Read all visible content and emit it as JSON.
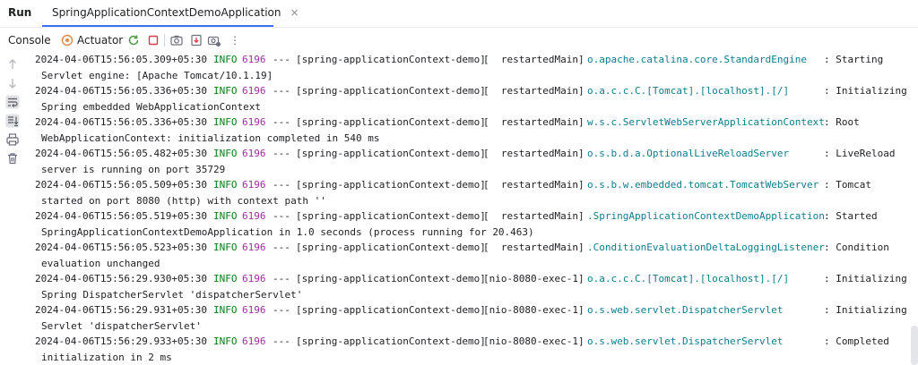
{
  "window": {
    "run_label": "Run",
    "tab_title": "SpringApplicationContextDemoApplication",
    "tab_close": "×"
  },
  "toolbar": {
    "console_label": "Console",
    "actuator_label": "Actuator",
    "more_glyph": "⋮"
  },
  "colors": {
    "info": "#067d17",
    "pid": "#9e2f9e",
    "logger": "#0f7c8c",
    "accent": "#3574f0"
  },
  "log": [
    {
      "ts": "2024-04-06T15:56:05.309+05:30",
      "level": "INFO",
      "pid": "6196",
      "sep": "---",
      "app": "[spring-applicationContext-demo]",
      "thread": "[  restartedMain]",
      "logger": "o.apache.catalina.core.StandardEngine",
      "msg1": ": Starting",
      "msg2": "Servlet engine: [Apache Tomcat/10.1.19]"
    },
    {
      "ts": "2024-04-06T15:56:05.336+05:30",
      "level": "INFO",
      "pid": "6196",
      "sep": "---",
      "app": "[spring-applicationContext-demo]",
      "thread": "[  restartedMain]",
      "logger": "o.a.c.c.C.[Tomcat].[localhost].[/]",
      "msg1": ": Initializing",
      "msg2": "Spring embedded WebApplicationContext"
    },
    {
      "ts": "2024-04-06T15:56:05.336+05:30",
      "level": "INFO",
      "pid": "6196",
      "sep": "---",
      "app": "[spring-applicationContext-demo]",
      "thread": "[  restartedMain]",
      "logger": "w.s.c.ServletWebServerApplicationContext",
      "msg1": ": Root",
      "msg2": "WebApplicationContext: initialization completed in 540 ms"
    },
    {
      "ts": "2024-04-06T15:56:05.482+05:30",
      "level": "INFO",
      "pid": "6196",
      "sep": "---",
      "app": "[spring-applicationContext-demo]",
      "thread": "[  restartedMain]",
      "logger": "o.s.b.d.a.OptionalLiveReloadServer",
      "msg1": ": LiveReload",
      "msg2": "server is running on port 35729"
    },
    {
      "ts": "2024-04-06T15:56:05.509+05:30",
      "level": "INFO",
      "pid": "6196",
      "sep": "---",
      "app": "[spring-applicationContext-demo]",
      "thread": "[  restartedMain]",
      "logger": "o.s.b.w.embedded.tomcat.TomcatWebServer",
      "msg1": ": Tomcat",
      "msg2": "started on port 8080 (http) with context path ''"
    },
    {
      "ts": "2024-04-06T15:56:05.519+05:30",
      "level": "INFO",
      "pid": "6196",
      "sep": "---",
      "app": "[spring-applicationContext-demo]",
      "thread": "[  restartedMain]",
      "logger": ".SpringApplicationContextDemoApplication",
      "msg1": ": Started",
      "msg2": "SpringApplicationContextDemoApplication in 1.0 seconds (process running for 20.463)"
    },
    {
      "ts": "2024-04-06T15:56:05.523+05:30",
      "level": "INFO",
      "pid": "6196",
      "sep": "---",
      "app": "[spring-applicationContext-demo]",
      "thread": "[  restartedMain]",
      "logger": ".ConditionEvaluationDeltaLoggingListener",
      "msg1": ": Condition",
      "msg2": "evaluation unchanged"
    },
    {
      "ts": "2024-04-06T15:56:29.930+05:30",
      "level": "INFO",
      "pid": "6196",
      "sep": "---",
      "app": "[spring-applicationContext-demo]",
      "thread": "[nio-8080-exec-1]",
      "logger": "o.a.c.c.C.[Tomcat].[localhost].[/]",
      "msg1": ": Initializing",
      "msg2": "Spring DispatcherServlet 'dispatcherServlet'"
    },
    {
      "ts": "2024-04-06T15:56:29.931+05:30",
      "level": "INFO",
      "pid": "6196",
      "sep": "---",
      "app": "[spring-applicationContext-demo]",
      "thread": "[nio-8080-exec-1]",
      "logger": "o.s.web.servlet.DispatcherServlet",
      "msg1": ": Initializing",
      "msg2": "Servlet 'dispatcherServlet'"
    },
    {
      "ts": "2024-04-06T15:56:29.933+05:30",
      "level": "INFO",
      "pid": "6196",
      "sep": "---",
      "app": "[spring-applicationContext-demo]",
      "thread": "[nio-8080-exec-1]",
      "logger": "o.s.web.servlet.DispatcherServlet",
      "msg1": ": Completed",
      "msg2": "initialization in 2 ms"
    }
  ]
}
